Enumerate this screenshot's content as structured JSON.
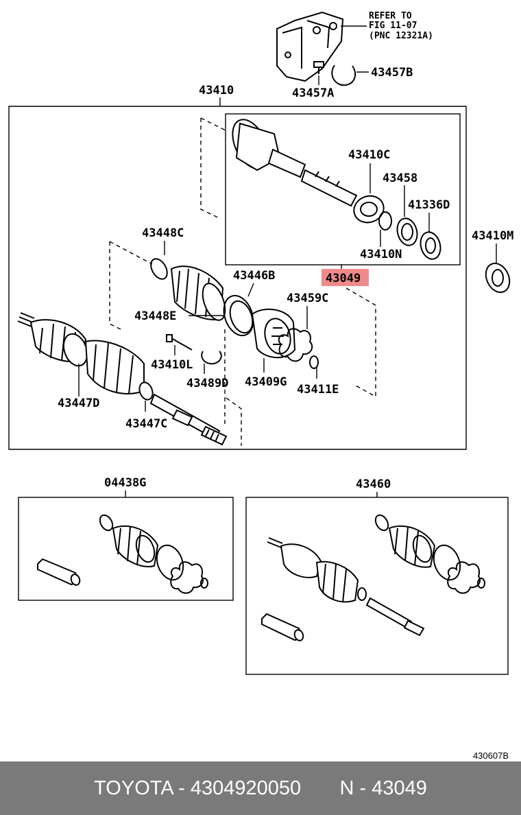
{
  "callouts": {
    "refer_line1": "REFER TO",
    "refer_line2": "FIG 11-07",
    "refer_line3": "(PNC 12321A)",
    "p43457B": "43457B",
    "p43457A": "43457A",
    "p43410": "43410",
    "p43410C": "43410C",
    "p43458": "43458",
    "p41336D": "41336D",
    "p43410N": "43410N",
    "p43410M": "43410M",
    "p43049": "43049",
    "p43448C": "43448C",
    "p43446B": "43446B",
    "p43459C": "43459C",
    "p43448E": "43448E",
    "p43410L": "43410L",
    "p43489D": "43489D",
    "p43409G": "43409G",
    "p43411E": "43411E",
    "p43447D": "43447D",
    "p43447C": "43447C",
    "p04438G": "04438G",
    "p43460": "43460"
  },
  "highlight_color": "#f08a8a",
  "figure_code": "430607B",
  "footer": {
    "text": "TOYOTA - 4304920050       N - 43049",
    "background": "#7a7a7a"
  }
}
